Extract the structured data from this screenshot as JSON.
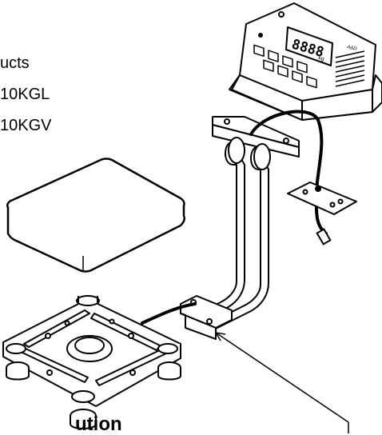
{
  "products_heading_fragment": "ucts",
  "models": [
    "10KGL",
    "10KGV"
  ],
  "caution_heading": "ution",
  "display": {
    "readout": "8888",
    "unit": "kg",
    "brand": "A&D"
  },
  "icons": [
    "weighing-indicator",
    "pole-stand",
    "weighing-pan",
    "scale-base",
    "cable",
    "mounting-bracket",
    "pointer-line"
  ]
}
